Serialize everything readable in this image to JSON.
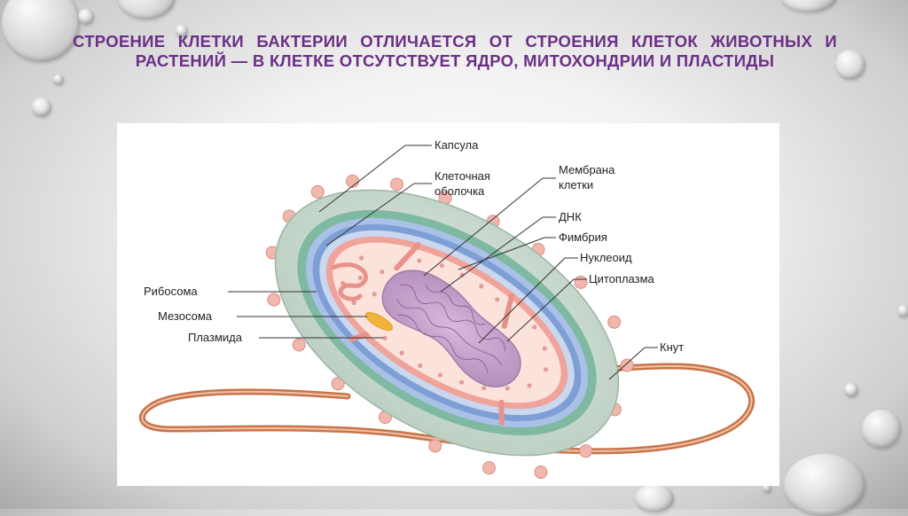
{
  "slide": {
    "title": "СТРОЕНИЕ КЛЕТКИ БАКТЕРИИ ОТЛИЧАЕТСЯ ОТ СТРОЕНИЯ КЛЕТОК ЖИВОТНЫХ И РАСТЕНИЙ — В КЛЕТКЕ ОТСУТСТВУЕТ ЯДРО, МИТОХОНДРИИ И ПЛАСТИДЫ"
  },
  "diagram": {
    "labels": {
      "capsule": "Капсула",
      "cell_wall_line1": "Клеточная",
      "cell_wall_line2": "оболочка",
      "membrane_line1": "Мембрана",
      "membrane_line2": "клетки",
      "dna": "ДНК",
      "fimbria": "Фимбрия",
      "nucleoid": "Нуклеоид",
      "cytoplasm": "Цитоплазма",
      "flagellum": "Кнут",
      "ribosome": "Рибосома",
      "mesosome": "Мезосома",
      "plasmid": "Плазмида"
    },
    "colors": {
      "capsule": "#c9d9cf",
      "cell_wall_green": "#7fb9a2",
      "blue_layer": "#7e9fd6",
      "membrane": "#f0a39a",
      "cytoplasm": "#fbe3dc",
      "nucleoid": "#c8a6cc",
      "flagellum": "#c8744a",
      "plasmid": "#f2b33d",
      "title": "#6b2f86"
    }
  }
}
